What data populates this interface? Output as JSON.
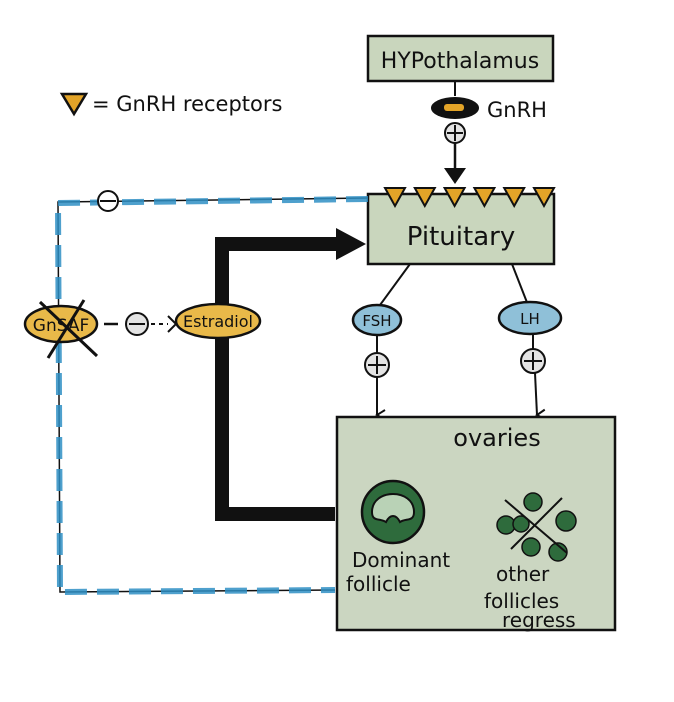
{
  "legend": {
    "symbol": "orange-triangle",
    "text": "= GnRH receptors"
  },
  "nodes": {
    "hypothalamus": "HYPothalamus",
    "gnrh": "GnRH",
    "pituitary": "Pituitary",
    "fsh": "FSH",
    "lh": "LH",
    "estradiol": "Estradiol",
    "gnsaf": "GnSAF",
    "ovaries": "ovaries",
    "dominant_follicle": [
      "Dominant",
      "follicle"
    ],
    "other_follicles": [
      "other",
      "follicles",
      "regress"
    ]
  },
  "signs": {
    "positive": "+",
    "negative": "−"
  },
  "colors": {
    "box_fill": "#c9d6bd",
    "ovary_fill": "#cbd6c1",
    "receptor": "#e3a428",
    "hormone_blue": "#8fc0d8",
    "hormone_yellow": "#e9b949",
    "feedback_blue": "#2f8fc4",
    "follicle_green": "#2e6b3c",
    "ink": "#111111"
  },
  "receptor_count": 6
}
